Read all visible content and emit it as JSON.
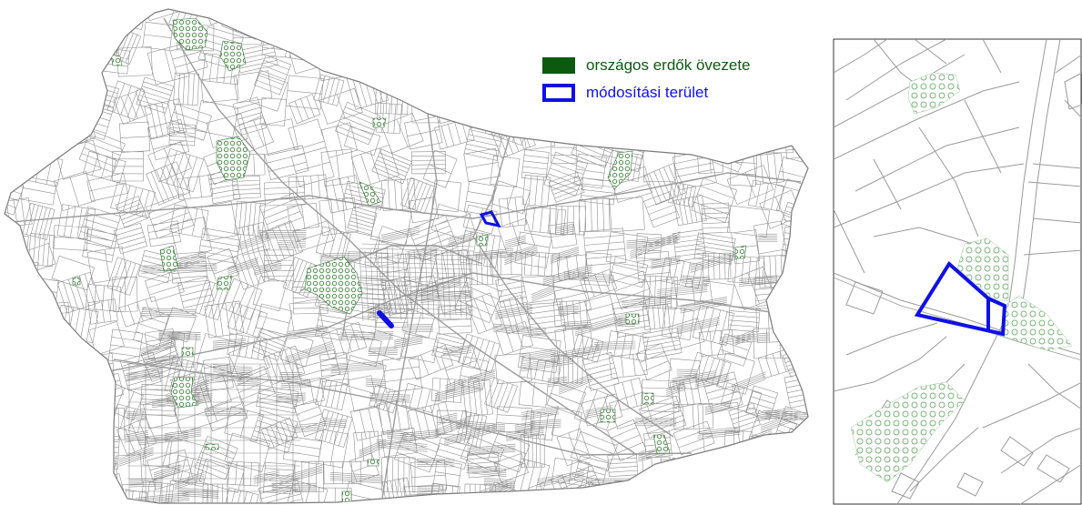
{
  "legend": {
    "forest_label": "országos erdők övezete",
    "modification_label": "módosítási terület"
  },
  "colors": {
    "forest": "#0b5a10",
    "forest_pattern": "#6aa86a",
    "modification": "#1010e6",
    "parcel_line": "#8a8a8a",
    "road_line": "#a8a8a8",
    "background": "#ffffff"
  },
  "map": {
    "main_panel": "overview",
    "inset_panel": "detail"
  }
}
